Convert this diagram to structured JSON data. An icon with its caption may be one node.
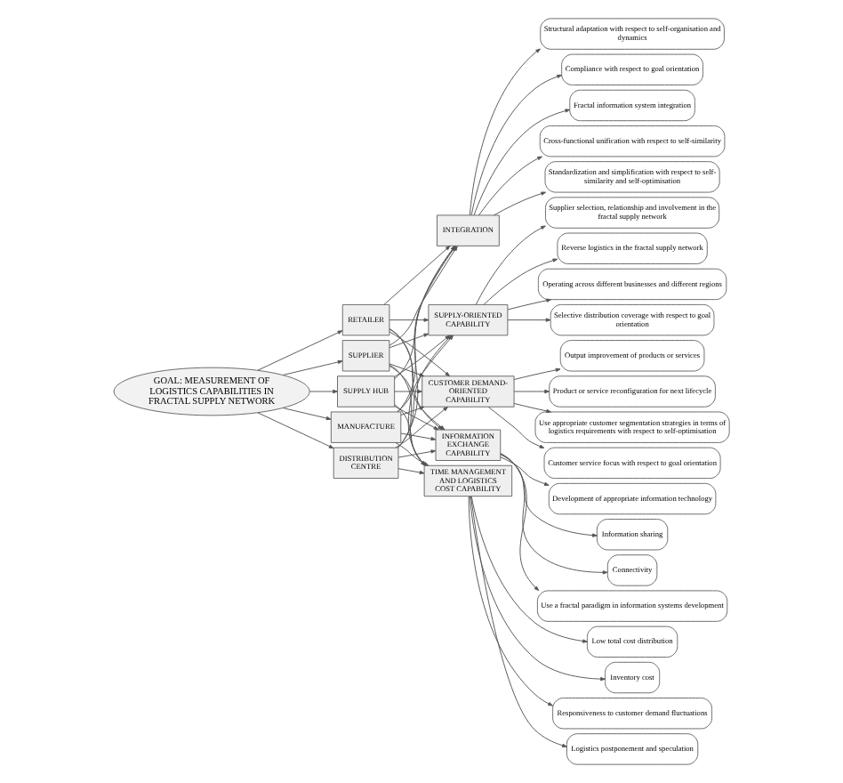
{
  "diagram": {
    "nodes": [
      {
        "text": [
          "GOAL: MEASUREMENT OF LOGISTICS CAPABILITIES IN FRACTAL SUPPLY NETWORK"
        ]
      },
      {
        "text": [
          "SUPPLIER"
        ]
      },
      {
        "text": [
          "SUPPLY HUB"
        ]
      },
      {
        "text": [
          "MANUFACTURE"
        ]
      },
      {
        "text": [
          "DISTRIBUTION CENTRE"
        ]
      },
      {
        "text": [
          "RETAILER"
        ]
      },
      {
        "text": [
          "INTEGRATION"
        ]
      },
      {
        "text": [
          "SUPPLY-ORIENTED CAPABILITY"
        ]
      },
      {
        "text": [
          "CUSTOMER DEMAND-ORIENTED CAPABILITY"
        ]
      },
      {
        "text": [
          "INFORMATION EXCHANGE CAPABILITY"
        ]
      },
      {
        "text": [
          "TIME MANAGEMENT AND LOGISTICS COST CAPABILITY"
        ]
      },
      {
        "text": [
          "Cross-functional unification with respect to self-similarity"
        ]
      },
      {
        "text": [
          "Standardization and simplification with respect to self-similarity and self-optimisation"
        ]
      },
      {
        "text": [
          "Structural adaptation with respect to self-organisation and dynamics"
        ]
      },
      {
        "text": [
          "Compliance with respect to goal orientation"
        ]
      },
      {
        "text": [
          "Fractal information system integration"
        ]
      },
      {
        "text": [
          "Selective distribution coverage with respect to goal orientation"
        ]
      },
      {
        "text": [
          "Supplier selection, relationship and involvement in the fractal supply network"
        ]
      },
      {
        "text": [
          "Reverse logistics in the fractal supply network"
        ]
      },
      {
        "text": [
          "Operating across different businesses and different regions"
        ]
      },
      {
        "text": [
          "Customer service focus with respect to goal orientation"
        ]
      },
      {
        "text": [
          "Output improvement of products or services"
        ]
      },
      {
        "text": [
          "Product or service reconfiguration for next lifecycle"
        ]
      },
      {
        "text": [
          "Use appropriate customer segmentation strategies in terms of logistics requirements with respect to self-optimisation"
        ]
      },
      {
        "text": [
          "Use a fractal paradigm in information systems development"
        ]
      },
      {
        "text": [
          "Development of appropriate information technology"
        ]
      },
      {
        "text": [
          "Information sharing"
        ]
      },
      {
        "text": [
          "Connectivity"
        ]
      },
      {
        "text": [
          "Logistics postponement and speculation"
        ]
      },
      {
        "text": [
          "Low total cost distribution"
        ]
      },
      {
        "text": [
          "Inventory cost"
        ]
      },
      {
        "text": [
          "Responsiveness to customer demand fluctuations"
        ]
      }
    ],
    "edges": [
      {
        "from": 0,
        "to": 1,
        "arrow": "to"
      },
      {
        "from": 0,
        "to": 2,
        "arrow": "to"
      },
      {
        "from": 0,
        "to": 3,
        "arrow": "to"
      },
      {
        "from": 0,
        "to": 4,
        "arrow": "to"
      },
      {
        "from": 0,
        "to": 5,
        "arrow": "to"
      },
      {
        "from": 1,
        "to": 6,
        "arrow": "to"
      },
      {
        "from": 1,
        "to": 7,
        "arrow": "to"
      },
      {
        "from": 1,
        "to": 8,
        "arrow": "to"
      },
      {
        "from": 1,
        "to": 9,
        "arrow": "to"
      },
      {
        "from": 1,
        "to": 10,
        "arrow": "to"
      },
      {
        "from": 2,
        "to": 6,
        "arrow": "to"
      },
      {
        "from": 2,
        "to": 7,
        "arrow": "to"
      },
      {
        "from": 2,
        "to": 8,
        "arrow": "to"
      },
      {
        "from": 2,
        "to": 9,
        "arrow": "to"
      },
      {
        "from": 2,
        "to": 10,
        "arrow": "to"
      },
      {
        "from": 3,
        "to": 6,
        "arrow": "to"
      },
      {
        "from": 3,
        "to": 7,
        "arrow": "to"
      },
      {
        "from": 3,
        "to": 8,
        "arrow": "to"
      },
      {
        "from": 3,
        "to": 9,
        "arrow": "to"
      },
      {
        "from": 3,
        "to": 10,
        "arrow": "to"
      },
      {
        "from": 4,
        "to": 6,
        "arrow": "to"
      },
      {
        "from": 4,
        "to": 7,
        "arrow": "to"
      },
      {
        "from": 4,
        "to": 8,
        "arrow": "to"
      },
      {
        "from": 4,
        "to": 9,
        "arrow": "to"
      },
      {
        "from": 4,
        "to": 10,
        "arrow": "to"
      },
      {
        "from": 5,
        "to": 6,
        "arrow": "to"
      },
      {
        "from": 5,
        "to": 7,
        "arrow": "to"
      },
      {
        "from": 5,
        "to": 8,
        "arrow": "to"
      },
      {
        "from": 5,
        "to": 9,
        "arrow": "to"
      },
      {
        "from": 5,
        "to": 10,
        "arrow": "to"
      },
      {
        "from": 6,
        "to": 11,
        "arrow": "to"
      },
      {
        "from": 6,
        "to": 12,
        "arrow": "to"
      },
      {
        "from": 6,
        "to": 13,
        "arrow": "to"
      },
      {
        "from": 6,
        "to": 14,
        "arrow": "to"
      },
      {
        "from": 6,
        "to": 15,
        "arrow": "to"
      },
      {
        "from": 7,
        "to": 16,
        "arrow": "to"
      },
      {
        "from": 7,
        "to": 17,
        "arrow": "to"
      },
      {
        "from": 7,
        "to": 18,
        "arrow": "to"
      },
      {
        "from": 7,
        "to": 19,
        "arrow": "to"
      },
      {
        "from": 8,
        "to": 20,
        "arrow": "to"
      },
      {
        "from": 8,
        "to": 21,
        "arrow": "to"
      },
      {
        "from": 8,
        "to": 22,
        "arrow": "to"
      },
      {
        "from": 8,
        "to": 23,
        "arrow": "to"
      },
      {
        "from": 9,
        "to": 24,
        "arrow": "to"
      },
      {
        "from": 9,
        "to": 25,
        "arrow": "to"
      },
      {
        "from": 9,
        "to": 26,
        "arrow": "to"
      },
      {
        "from": 9,
        "to": 27,
        "arrow": "to"
      },
      {
        "from": 10,
        "to": 28,
        "arrow": "to"
      },
      {
        "from": 10,
        "to": 29,
        "arrow": "to"
      },
      {
        "from": 10,
        "to": 30,
        "arrow": "to"
      },
      {
        "from": 10,
        "to": 31,
        "arrow": "to"
      }
    ]
  }
}
